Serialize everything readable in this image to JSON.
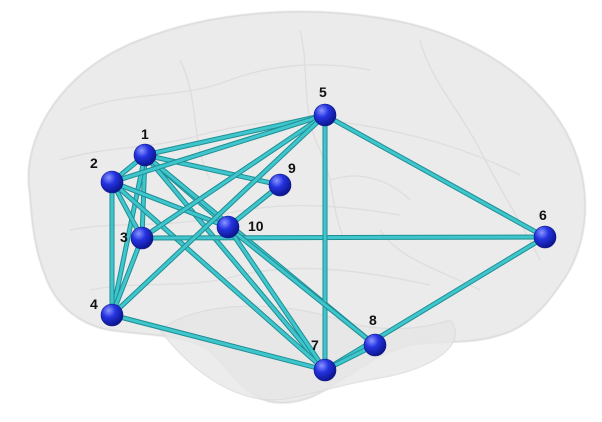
{
  "colors": {
    "edge": "#3ec6cc",
    "edge_dark": "#1f8e94",
    "node": "#1f2bd6",
    "node_highlight": "#7f8cff",
    "brain_fill": "#d9d9d9",
    "brain_stroke": "#b8b8b8"
  },
  "nodes": [
    {
      "id": "1",
      "label": "1"
    },
    {
      "id": "2",
      "label": "2"
    },
    {
      "id": "3",
      "label": "3"
    },
    {
      "id": "4",
      "label": "4"
    },
    {
      "id": "5",
      "label": "5"
    },
    {
      "id": "6",
      "label": "6"
    },
    {
      "id": "7",
      "label": "7"
    },
    {
      "id": "8",
      "label": "8"
    },
    {
      "id": "9",
      "label": "9"
    },
    {
      "id": "10",
      "label": "10"
    }
  ],
  "edges": [
    [
      "1",
      "5"
    ],
    [
      "1",
      "9"
    ],
    [
      "1",
      "2"
    ],
    [
      "1",
      "3"
    ],
    [
      "1",
      "4"
    ],
    [
      "1",
      "10"
    ],
    [
      "1",
      "7"
    ],
    [
      "1",
      "8"
    ],
    [
      "2",
      "5"
    ],
    [
      "2",
      "10"
    ],
    [
      "2",
      "3"
    ],
    [
      "2",
      "4"
    ],
    [
      "2",
      "7"
    ],
    [
      "3",
      "5"
    ],
    [
      "3",
      "6"
    ],
    [
      "3",
      "4"
    ],
    [
      "4",
      "5"
    ],
    [
      "4",
      "7"
    ],
    [
      "5",
      "6"
    ],
    [
      "5",
      "7"
    ],
    [
      "6",
      "7"
    ],
    [
      "7",
      "10"
    ],
    [
      "7",
      "8"
    ],
    [
      "9",
      "10"
    ],
    [
      "10",
      "8"
    ]
  ]
}
